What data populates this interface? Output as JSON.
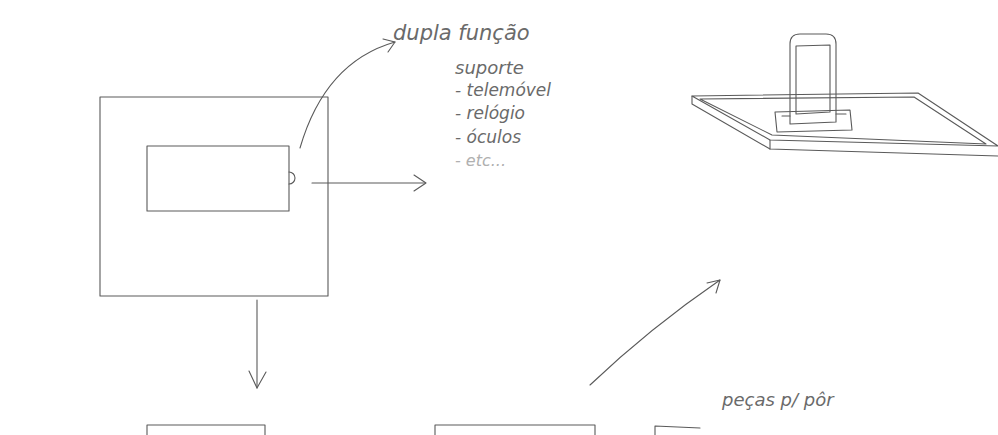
{
  "diagram": {
    "labels": [
      "dupla função",
      "suporte",
      "- telemóvel",
      "- relógio",
      "- óculos",
      "- etc...",
      "peças p/ pôr"
    ]
  }
}
